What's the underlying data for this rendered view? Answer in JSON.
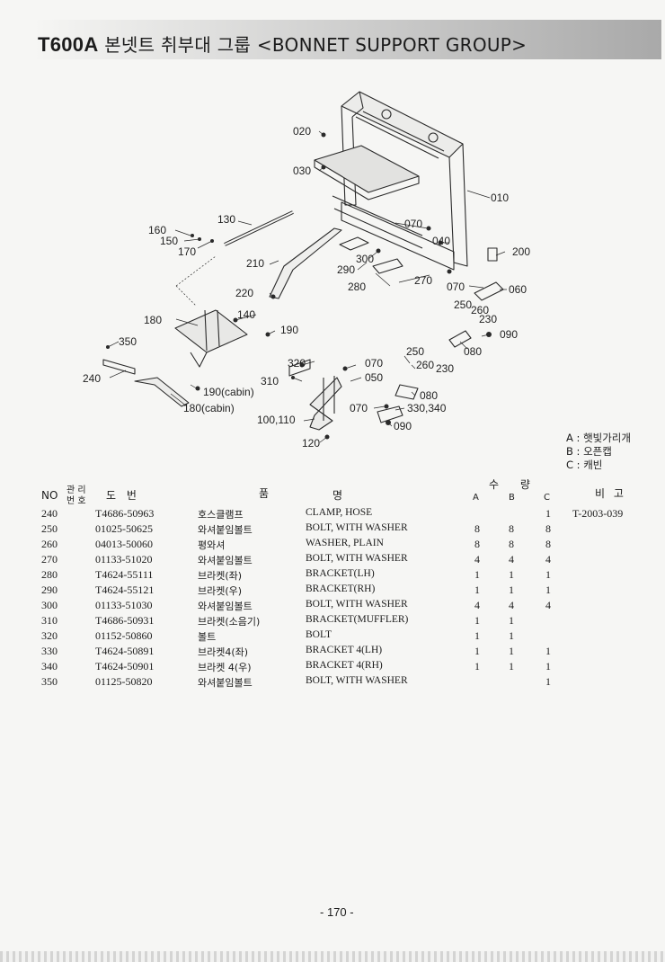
{
  "header": {
    "model": "T600A",
    "title_kr": "본넷트 취부대 그룹",
    "title_en": "<BONNET SUPPORT GROUP>"
  },
  "diagram": {
    "callouts": [
      {
        "label": "020"
      },
      {
        "label": "030"
      },
      {
        "label": "010"
      },
      {
        "label": "160"
      },
      {
        "label": "150"
      },
      {
        "label": "170"
      },
      {
        "label": "130"
      },
      {
        "label": "070"
      },
      {
        "label": "040"
      },
      {
        "label": "200"
      },
      {
        "label": "300"
      },
      {
        "label": "290"
      },
      {
        "label": "210"
      },
      {
        "label": "270"
      },
      {
        "label": "280"
      },
      {
        "label": "070"
      },
      {
        "label": "060"
      },
      {
        "label": "220"
      },
      {
        "label": "250"
      },
      {
        "label": "260"
      },
      {
        "label": "230"
      },
      {
        "label": "140"
      },
      {
        "label": "180"
      },
      {
        "label": "190"
      },
      {
        "label": "090"
      },
      {
        "label": "350"
      },
      {
        "label": "080"
      },
      {
        "label": "250"
      },
      {
        "label": "320"
      },
      {
        "label": "070"
      },
      {
        "label": "260"
      },
      {
        "label": "230"
      },
      {
        "label": "310"
      },
      {
        "label": "050"
      },
      {
        "label": "240"
      },
      {
        "label": "190(cabin)"
      },
      {
        "label": "080"
      },
      {
        "label": "180(cabin)"
      },
      {
        "label": "070"
      },
      {
        "label": "330,340"
      },
      {
        "label": "100,110"
      },
      {
        "label": "090"
      },
      {
        "label": "120"
      }
    ]
  },
  "legend": [
    {
      "key": "A",
      "text": "햇빛가리개"
    },
    {
      "key": "B",
      "text": "오픈캡"
    },
    {
      "key": "C",
      "text": "캐빈"
    }
  ],
  "table": {
    "headers": {
      "no": "NO",
      "mgmt_top": "관 리",
      "mgmt_bottom": "번 호",
      "part_number": "도 번",
      "name_left": "품",
      "name_right": "명",
      "qty": "수 량",
      "qty_a": "A",
      "qty_b": "B",
      "qty_c": "C",
      "remarks": "비 고"
    },
    "rows": [
      {
        "no": "240",
        "pn": "T4686-50963",
        "kr": "호스클램프",
        "en": "CLAMP, HOSE",
        "a": "",
        "b": "",
        "c": "1",
        "rm": "T-2003-039"
      },
      {
        "no": "250",
        "pn": "01025-50625",
        "kr": "와셔붙임볼트",
        "en": "BOLT, WITH WASHER",
        "a": "8",
        "b": "8",
        "c": "8",
        "rm": ""
      },
      {
        "no": "260",
        "pn": "04013-50060",
        "kr": "평와셔",
        "en": "WASHER, PLAIN",
        "a": "8",
        "b": "8",
        "c": "8",
        "rm": ""
      },
      {
        "no": "270",
        "pn": "01133-51020",
        "kr": "와셔붙임볼트",
        "en": "BOLT, WITH WASHER",
        "a": "4",
        "b": "4",
        "c": "4",
        "rm": ""
      },
      {
        "no": "280",
        "pn": "T4624-55111",
        "kr": "브라켓(좌)",
        "en": "BRACKET(LH)",
        "a": "1",
        "b": "1",
        "c": "1",
        "rm": ""
      },
      {
        "no": "290",
        "pn": "T4624-55121",
        "kr": "브라켓(우)",
        "en": "BRACKET(RH)",
        "a": "1",
        "b": "1",
        "c": "1",
        "rm": ""
      },
      {
        "no": "300",
        "pn": "01133-51030",
        "kr": "와셔붙임볼트",
        "en": "BOLT, WITH WASHER",
        "a": "4",
        "b": "4",
        "c": "4",
        "rm": ""
      },
      {
        "no": "310",
        "pn": "T4686-50931",
        "kr": "브라켓(소음기)",
        "en": "BRACKET(MUFFLER)",
        "a": "1",
        "b": "1",
        "c": "",
        "rm": ""
      },
      {
        "no": "320",
        "pn": "01152-50860",
        "kr": "볼트",
        "en": "BOLT",
        "a": "1",
        "b": "1",
        "c": "",
        "rm": ""
      },
      {
        "no": "330",
        "pn": "T4624-50891",
        "kr": "브라켓4(좌)",
        "en": "BRACKET 4(LH)",
        "a": "1",
        "b": "1",
        "c": "1",
        "rm": ""
      },
      {
        "no": "340",
        "pn": "T4624-50901",
        "kr": "브라켓 4(우)",
        "en": "BRACKET 4(RH)",
        "a": "1",
        "b": "1",
        "c": "1",
        "rm": ""
      },
      {
        "no": "350",
        "pn": "01125-50820",
        "kr": "와셔붙임볼트",
        "en": "BOLT, WITH WASHER",
        "a": "",
        "b": "",
        "c": "1",
        "rm": ""
      }
    ]
  },
  "page_number": "- 170 -"
}
